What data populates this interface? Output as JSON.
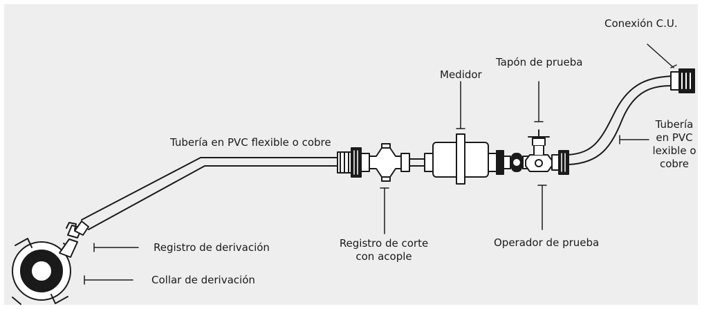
{
  "labels": {
    "conexion": "Conexión C.U.",
    "tapon": "Tapón de prueba",
    "medidor": "Medidor",
    "tuberia_right_1": "Tubería",
    "tuberia_right_2": "en PVC",
    "tuberia_right_3": "lexible o",
    "tuberia_right_4": "cobre",
    "tuberia_left": "Tubería en PVC flexible o cobre",
    "registro_derivacion": "Registro de derivación",
    "collar_derivacion": "Collar de derivación",
    "registro_corte_1": "Registro de corte",
    "registro_corte_2": "con acople",
    "operador": "Operador de prueba"
  },
  "colors": {
    "panel": "#eeeeee",
    "line": "#1a1a1a",
    "text": "#1a1a1a",
    "fill": "#ffffff"
  }
}
